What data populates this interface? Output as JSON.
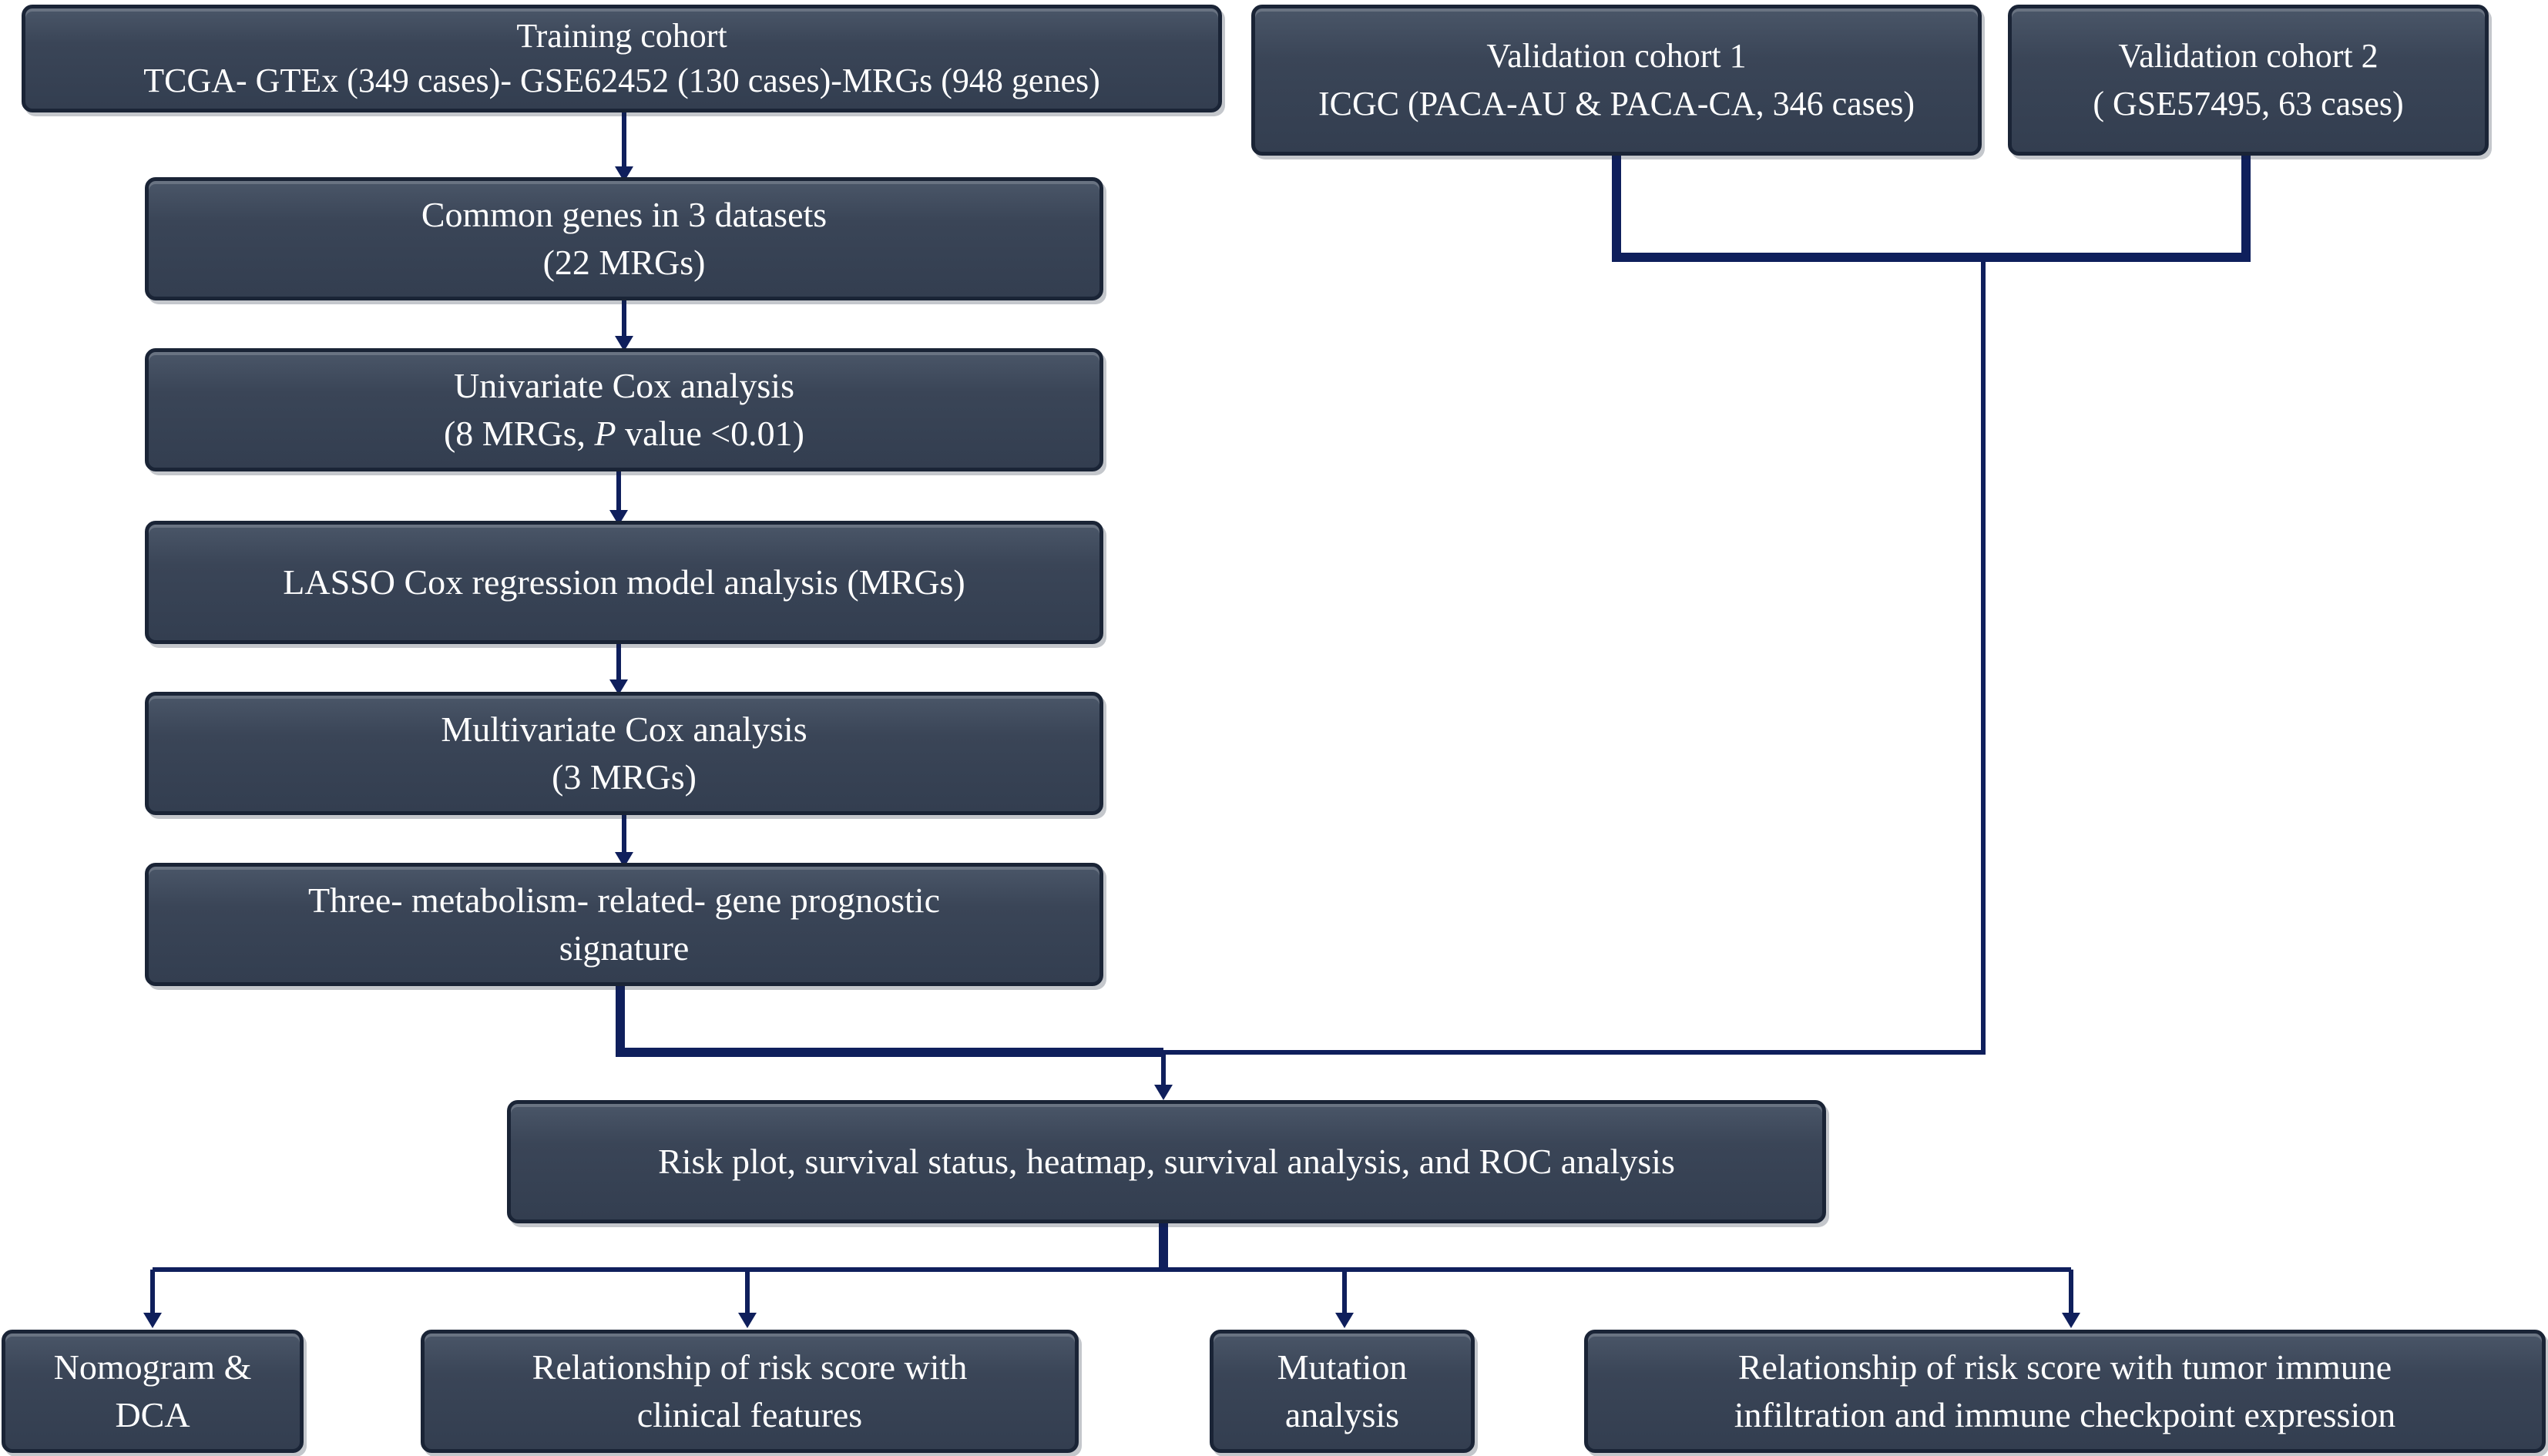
{
  "nodes": {
    "training": {
      "lines": [
        "Training cohort",
        "TCGA- GTEx (349 cases)- GSE62452 (130 cases)-MRGs (948 genes)"
      ]
    },
    "validation1": {
      "lines": [
        "Validation cohort 1",
        "ICGC (PACA-AU & PACA-CA, 346 cases)"
      ]
    },
    "validation2": {
      "lines": [
        "Validation cohort 2",
        "( GSE57495, 63 cases)"
      ]
    },
    "common_genes": {
      "lines": [
        "Common genes in 3 datasets",
        "(22 MRGs)"
      ]
    },
    "univariate": {
      "lines": [
        "Univariate  Cox analysis"
      ],
      "line2_prefix": "(8 MRGs, ",
      "line2_italic": "P",
      "line2_suffix": " value <0.01)"
    },
    "lasso": {
      "lines": [
        "LASSO Cox regression model analysis (MRGs)"
      ]
    },
    "multivariate": {
      "lines": [
        "Multivariate  Cox analysis",
        "(3 MRGs)"
      ]
    },
    "signature": {
      "lines": [
        "Three- metabolism- related- gene prognostic",
        "signature"
      ]
    },
    "risk_plot": {
      "lines": [
        "Risk plot, survival status, heatmap, survival analysis, and ROC analysis"
      ]
    },
    "nomogram": {
      "lines": [
        "Nomogram &",
        "DCA"
      ]
    },
    "clinical": {
      "lines": [
        "Relationship of risk score with",
        "clinical features"
      ]
    },
    "mutation": {
      "lines": [
        "Mutation",
        "analysis"
      ]
    },
    "immune": {
      "lines": [
        "Relationship of risk score with tumor immune",
        "infiltration and immune checkpoint expression"
      ]
    }
  },
  "colors": {
    "box_fill": "#3a4557",
    "box_border": "#1a2436",
    "connector": "#0f1f5c",
    "text": "#ffffff"
  }
}
